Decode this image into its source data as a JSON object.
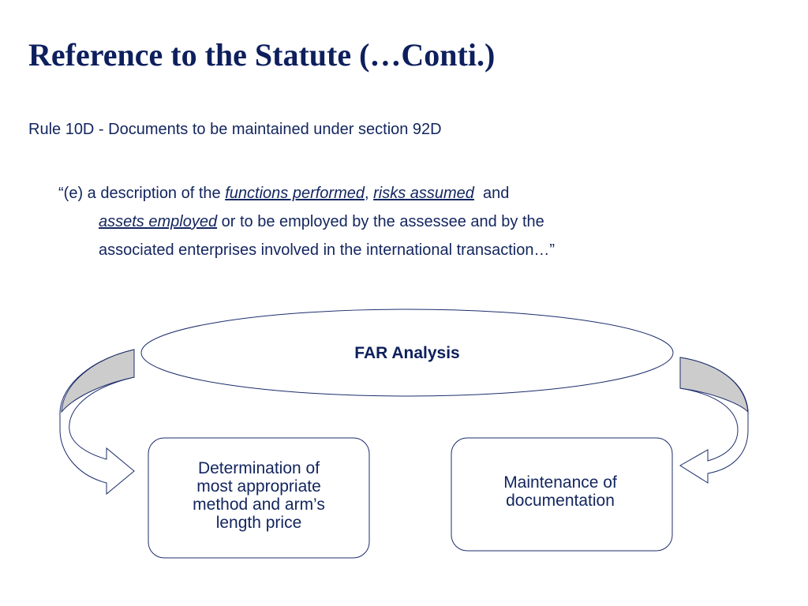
{
  "slide": {
    "title": "Reference to the Statute (…Conti.)",
    "subtitle": "Rule 10D - Documents to be maintained under section 92D",
    "quote": {
      "line1_prefix": "“(e) a description of the ",
      "term_functions": "functions performed",
      "sep1": ", ",
      "term_risks": "risks assumed",
      "line1_suffix": "  and",
      "term_assets": "assets employed",
      "line2_suffix": " or to be employed by the assessee and by the",
      "line3": "associated enterprises involved in the international transaction…”"
    },
    "diagram": {
      "center_label": "FAR Analysis",
      "left_box": [
        "Determination of",
        "most appropriate",
        "method and arm’s",
        "length price"
      ],
      "right_box": [
        "Maintenance of",
        "documentation"
      ]
    },
    "colors": {
      "title": "#0d1f5c",
      "text": "#12255e",
      "outline": "#1c2d6b",
      "arrow_fill": "#cccccc"
    }
  }
}
